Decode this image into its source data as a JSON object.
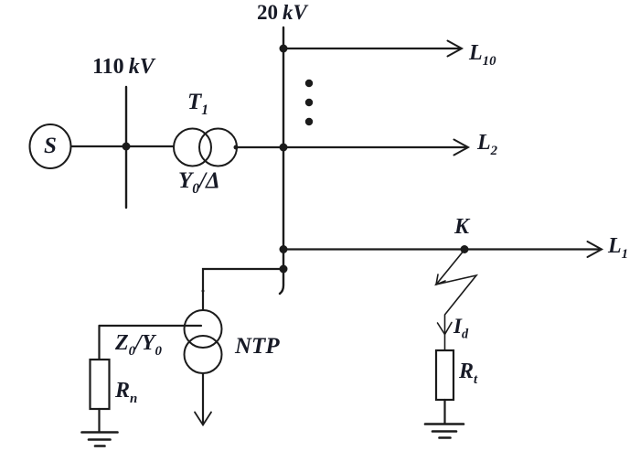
{
  "diagram": {
    "mv_bus": {
      "voltage": "20",
      "unit": "kV"
    },
    "hv_bus": {
      "voltage": "110",
      "unit": "kV"
    },
    "source": {
      "label": "S"
    },
    "transformer": {
      "name_base": "T",
      "name_sub": "1",
      "group_base": "Y",
      "group_sub": "0",
      "group_rest": "/Δ"
    },
    "feeders": {
      "l10": {
        "base": "L",
        "sub": "10"
      },
      "l2": {
        "base": "L",
        "sub": "2"
      },
      "l1": {
        "base": "L",
        "sub": "1"
      }
    },
    "fault": {
      "point": "K",
      "current_base": "I",
      "current_sub": "d",
      "resistor_base": "R",
      "resistor_sub": "t"
    },
    "neutral": {
      "transformer": "NTP",
      "winding_p1": "Z",
      "winding_s1": "0",
      "winding_p2": "/Y",
      "winding_s2": "0",
      "resistor_base": "R",
      "resistor_sub": "n"
    },
    "colors": {
      "line": "#1b1b1b",
      "text": "#171a26",
      "background": "#ffffff"
    }
  }
}
